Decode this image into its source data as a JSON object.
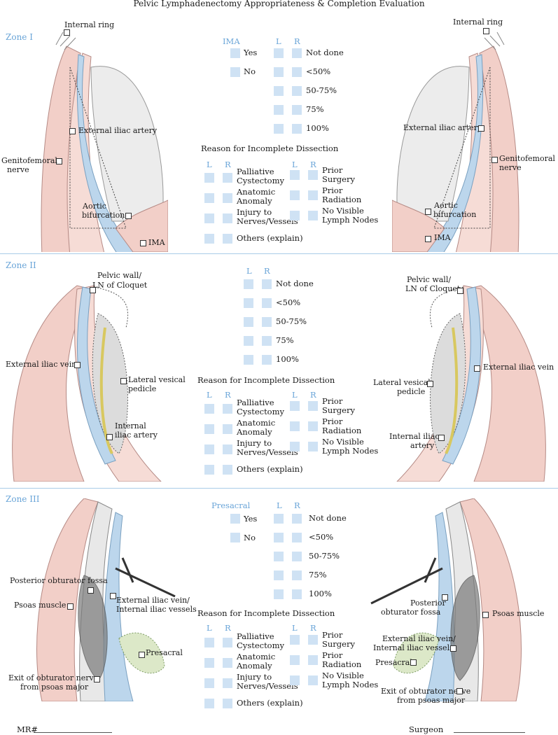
{
  "title": "Pelvic Lymphadenectomy Appropriateness & Completion Evaluation",
  "zones": {
    "zone1": {
      "name": "Zone I",
      "left_labels": [
        "Internal ring",
        "External iliac artery",
        "Genitofemoral",
        "nerve",
        "Aortic",
        "bifurcation",
        "IMA"
      ],
      "right_labels": [
        "Internal ring",
        "External iliac artery",
        "Genitofemoral",
        "nerve",
        "Aortic",
        "bifurcation",
        "IMA"
      ],
      "extra_header": "IMA",
      "extra_options": [
        "Yes",
        "No"
      ]
    },
    "zone2": {
      "name": "Zone II",
      "left_labels": [
        "Pelvic wall/",
        "LN of Cloquet",
        "External iliac vein",
        "Lateral vesical",
        "pedicle",
        "Internal",
        "iliac artery"
      ],
      "right_labels": [
        "Pelvic wall/",
        "LN of Cloquet",
        "External iliac vein",
        "Lateral vesical",
        "pedicle",
        "Internal iliac",
        "artery"
      ]
    },
    "zone3": {
      "name": "Zone III",
      "left_labels": [
        "Posterior obturator fossa",
        "Psoas muscle",
        "External iliac vein/",
        "Internal iliac vessels",
        "Presacral",
        "Exit of obturator nerve",
        "from psoas major"
      ],
      "right_labels": [
        "Posterior",
        "obturator fossa",
        "Psoas muscle",
        "External iliac vein/",
        "Internal iliac vessels",
        "Presacral",
        "Exit of obturator nerve",
        "from psoas major"
      ],
      "extra_header": "Presacral",
      "extra_options": [
        "Yes",
        "No"
      ]
    }
  },
  "side_headers": {
    "left": "L",
    "right": "R"
  },
  "completion_options": [
    "Not done",
    "<50%",
    "50-75%",
    "75%",
    "100%"
  ],
  "reason_title": "Reason for Incomplete Dissection",
  "reasons_col1": [
    "Palliative|Cystectomy",
    "Anatomic|Anomaly",
    "Injury to|Nerves/Vessels",
    "Others (explain)"
  ],
  "reasons_col2": [
    "Prior|Surgery",
    "Prior|Radiation",
    "No Visible|Lymph Nodes"
  ],
  "footer": {
    "mr": "MR#",
    "surgeon": "Surgeon"
  },
  "colors": {
    "accent": "#6aa5d8",
    "checkbox": "#cfe2f4",
    "tissue": "#f2cfc8",
    "vein": "#bcd6ec",
    "nerve": "#f3e8a0"
  }
}
